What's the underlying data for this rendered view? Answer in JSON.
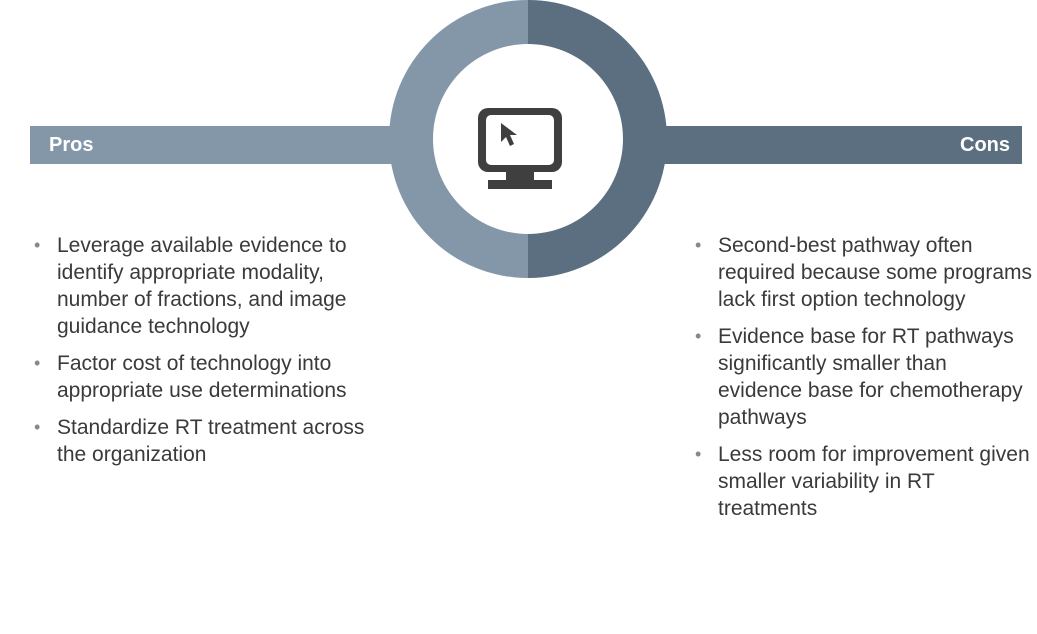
{
  "pros": {
    "label": "Pros",
    "items": [
      "Leverage available evidence to identify appropriate modality, number of fractions, and image guidance technology",
      "Factor cost of technology into appropriate use determinations",
      "Standardize RT treatment across the organization"
    ]
  },
  "cons": {
    "label": "Cons",
    "items": [
      "Second-best pathway often  required because some programs lack first option technology",
      "Evidence base for RT pathways significantly smaller than evidence base for chemotherapy pathways",
      "Less room for improvement given smaller variability in RT treatments"
    ]
  },
  "icon": "computer-monitor-cursor-icon",
  "colors": {
    "pros_band": "#8497a8",
    "cons_band": "#5b6f80",
    "text": "#3a3a3a"
  }
}
